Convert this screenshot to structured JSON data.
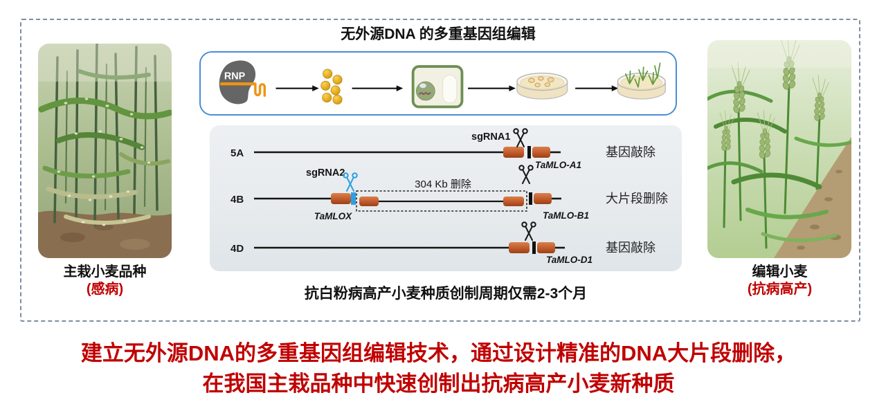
{
  "header": {
    "title": "无外源DNA 的多重基因组编辑"
  },
  "photos": {
    "left": {
      "label": "主栽小麦品种",
      "status": "(感病)"
    },
    "right": {
      "label": "编辑小麦",
      "status": "(抗病高产)"
    }
  },
  "workflow": {
    "rnp_label": "RNP",
    "steps": [
      "rnp-complex-icon",
      "gold-particle-icon",
      "plant-cell-icon",
      "callus-petri-dish-icon",
      "seedling-petri-dish-icon"
    ]
  },
  "panel": {
    "caption": "抗白粉病高产小麦种质创制周期仅需2-3个月",
    "rows": [
      {
        "chr": "5A",
        "sgrna": "sgRNA1",
        "gene": "TaMLO-A1",
        "type": "基因敲除"
      },
      {
        "chr": "4B",
        "sgrna": "sgRNA2",
        "upstream_gene": "TaMLOX",
        "gene": "TaMLO-B1",
        "deletion": "304 Kb 删除",
        "type": "大片段删除"
      },
      {
        "chr": "4D",
        "gene": "TaMLO-D1",
        "type": "基因敲除"
      }
    ]
  },
  "summary": {
    "line1": "建立无外源DNA的多重基因组编辑技术，通过设计精准的DNA大片段删除，",
    "line2": "在我国主栽品种中快速创制出抗病高产小麦新种质"
  },
  "colors": {
    "accent_blue": "#4a8fd3",
    "gene_block_orange": "#c05a2a",
    "sgrna2_blue": "#2e9fe0",
    "summary_red": "#c00000",
    "frame_dash": "#7e8ca3"
  }
}
